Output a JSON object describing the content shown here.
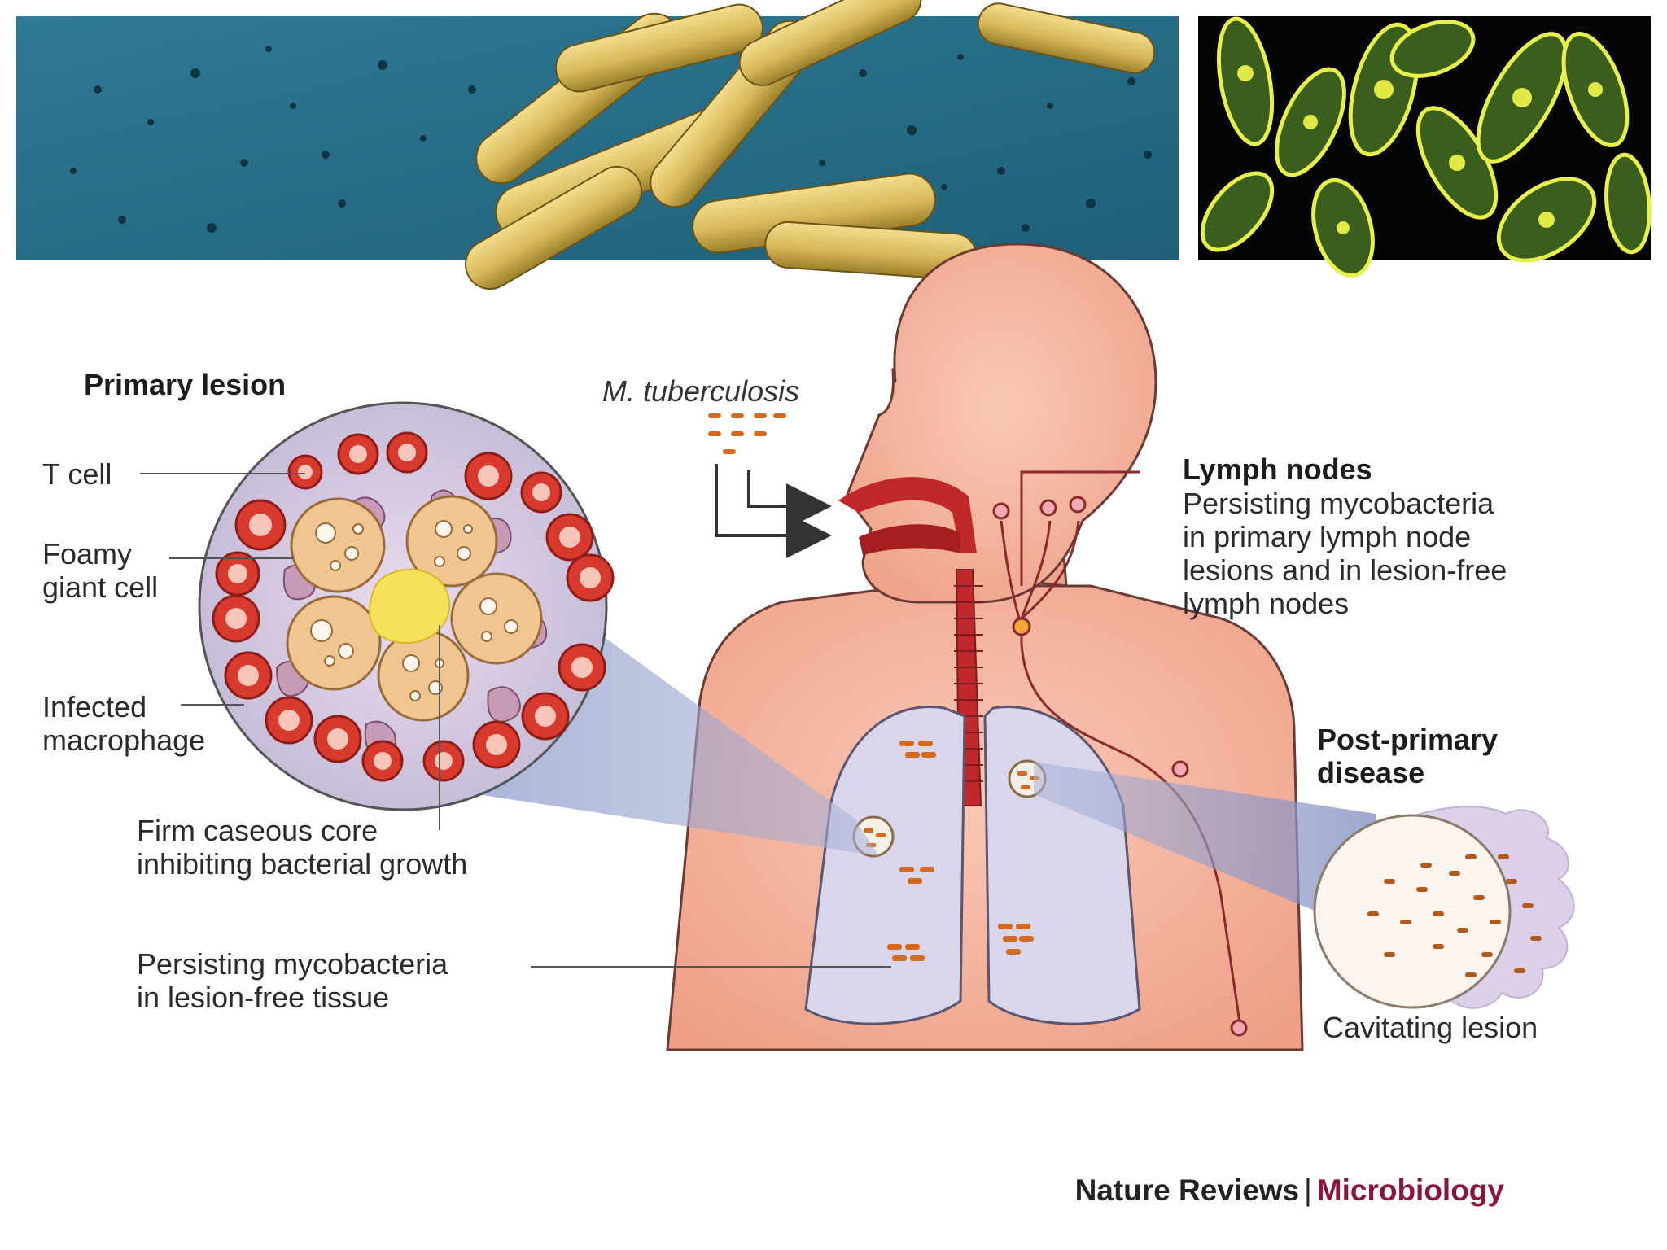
{
  "labels": {
    "primary_lesion": "Primary lesion",
    "organism": "M. tuberculosis",
    "t_cell": "T cell",
    "foamy_giant_cell_1": "Foamy",
    "foamy_giant_cell_2": "giant cell",
    "infected_macrophage_1": "Infected",
    "infected_macrophage_2": "macrophage",
    "caseous_core_1": "Firm caseous core",
    "caseous_core_2": "inhibiting bacterial growth",
    "persisting_tissue_1": "Persisting mycobacteria",
    "persisting_tissue_2": "in lesion-free tissue",
    "lymph_nodes_title": "Lymph nodes",
    "lymph_nodes_desc_1": "Persisting mycobacteria",
    "lymph_nodes_desc_2": "in primary lymph node",
    "lymph_nodes_desc_3": "lesions and in lesion-free",
    "lymph_nodes_desc_4": "lymph nodes",
    "post_primary_1": "Post-primary",
    "post_primary_2": "disease",
    "cavitating_lesion": "Cavitating lesion"
  },
  "footer": {
    "journal": "Nature Reviews",
    "separator": "|",
    "section": "Microbiology"
  },
  "colors": {
    "body_skin": "#f2b29a",
    "airway": "#c0282b",
    "lung": "#d9d6ea",
    "t_cell_red": "#d93a2e",
    "foamy_cell": "#f0c58f",
    "caseous_core": "#f5e05a",
    "sem_background": "#2d7790",
    "bacilli_yellow": "#e2c56a",
    "brand_accent": "#8a1538"
  }
}
